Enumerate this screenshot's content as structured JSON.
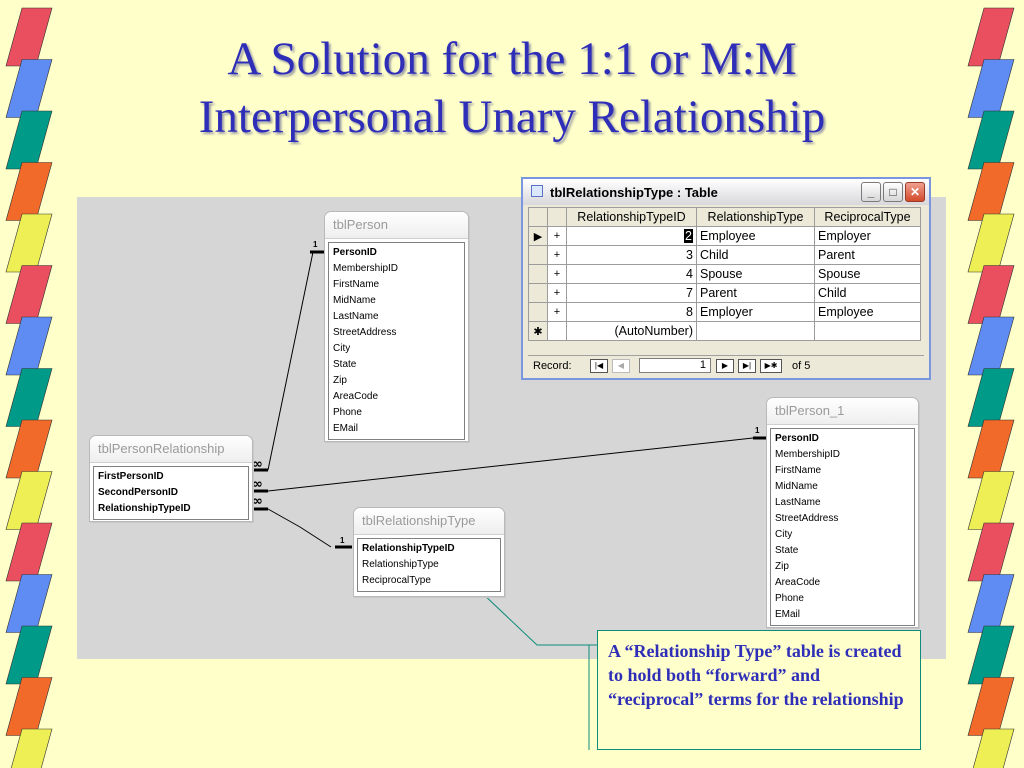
{
  "slide": {
    "title_line1": "A Solution for the 1:1 or M:M",
    "title_line2": "Interpersonal Unary Relationship",
    "callout": "A “Relationship Type” table is created to hold both “forward” and “reciprocal” terms for the relationship"
  },
  "colors": {
    "stripes": [
      "#E94F5E",
      "#5E8CF2",
      "#009A88",
      "#F26A2A",
      "#EEEE55"
    ],
    "title": "#2E2EB8",
    "callout_border": "#0E8C7B"
  },
  "diagram": {
    "tblPerson": {
      "name": "tblPerson",
      "fields": [
        "PersonID",
        "MembershipID",
        "FirstName",
        "MidName",
        "LastName",
        "StreetAddress",
        "City",
        "State",
        "Zip",
        "AreaCode",
        "Phone",
        "EMail"
      ]
    },
    "tblPerson_1": {
      "name": "tblPerson_1",
      "fields": [
        "PersonID",
        "MembershipID",
        "FirstName",
        "MidName",
        "LastName",
        "StreetAddress",
        "City",
        "State",
        "Zip",
        "AreaCode",
        "Phone",
        "EMail"
      ]
    },
    "tblPersonRelationship": {
      "name": "tblPersonRelationship",
      "fields": [
        "FirstPersonID",
        "SecondPersonID",
        "RelationshipTypeID"
      ]
    },
    "tblRelationshipType": {
      "name": "tblRelationshipType",
      "fields": [
        "RelationshipTypeID",
        "RelationshipType",
        "ReciprocalType"
      ]
    },
    "cardinality": {
      "one": "1",
      "many": "∞"
    }
  },
  "datasheet": {
    "window_title": "tblRelationshipType : Table",
    "columns": [
      "RelationshipTypeID",
      "RelationshipType",
      "ReciprocalType"
    ],
    "rows": [
      [
        "2",
        "Employee",
        "Employer"
      ],
      [
        "3",
        "Child",
        "Parent"
      ],
      [
        "4",
        "Spouse",
        "Spouse"
      ],
      [
        "7",
        "Parent",
        "Child"
      ],
      [
        "8",
        "Employer",
        "Employee"
      ]
    ],
    "new_row_label": "(AutoNumber)",
    "expand_symbol": "+",
    "new_row_marker": "✱",
    "current_row_marker": "▶",
    "record_label": "Record:",
    "record_current": "1",
    "record_of": "of 5",
    "nav": {
      "first": "|◀",
      "prev": "◀",
      "next": "▶",
      "last": "▶|",
      "new": "▶✱"
    },
    "buttons": {
      "minimize": "_",
      "maximize": "□",
      "close": "✕"
    }
  }
}
